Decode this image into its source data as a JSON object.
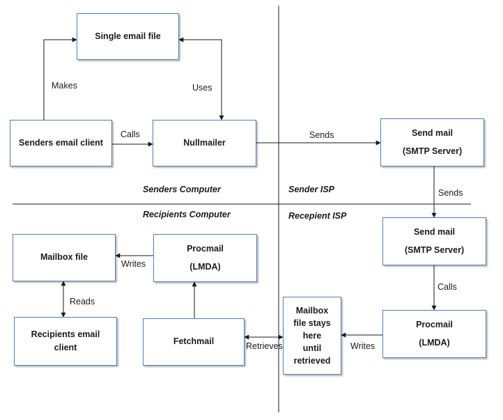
{
  "boxes": {
    "single_email_file": {
      "line1": "Single email file"
    },
    "senders_email_client": {
      "line1": "Senders email client"
    },
    "nullmailer": {
      "line1": "Nullmailer"
    },
    "sendmail_sender": {
      "line1": "Send mail",
      "line2": "(SMTP Server)"
    },
    "sendmail_recipient": {
      "line1": "Send mail",
      "line2": "(SMTP Server)"
    },
    "mailbox_file": {
      "line1": "Mailbox file"
    },
    "procmail_recipient_computer": {
      "line1": "Procmail",
      "line2": "(LMDA)"
    },
    "recipients_email_client": {
      "line1": "Recipients email",
      "line2": "client"
    },
    "fetchmail": {
      "line1": "Fetchmail"
    },
    "mailbox_stays": {
      "lines": [
        "Mailbox",
        "file stays",
        "here",
        "until",
        "retrieved"
      ]
    },
    "procmail_isp": {
      "line1": "Procmail",
      "line2": "(LMDA)"
    }
  },
  "edge_labels": {
    "makes": "Makes",
    "uses": "Uses",
    "calls_client": "Calls",
    "sends_isp": "Sends",
    "sends_down": "Sends",
    "calls_isp": "Calls",
    "writes_mailbox": "Writes",
    "reads": "Reads",
    "retrieves": "Retrieves",
    "writes_isp": "Writes"
  },
  "regions": {
    "senders_computer": "Senders Computer",
    "sender_isp": "Sender ISP",
    "recipients_computer": "Recipients Computer",
    "recipient_isp": "Recepient ISP"
  },
  "colors": {
    "box_border": "#4f7fb2",
    "line": "#1a1a1a"
  }
}
